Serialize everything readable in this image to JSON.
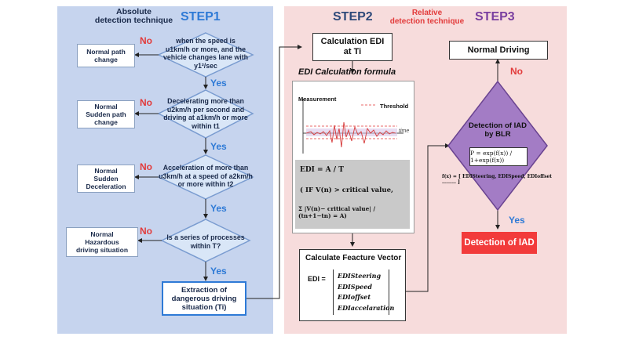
{
  "left_panel": {
    "header_technique": "Absolute\ndetection technique",
    "step_label": "STEP1",
    "decisions": [
      "when the speed is\nu1km/h or more, and the\nvehicle changes lane with\ny1²/sec",
      "Decelerating more than\nu2km/h per second and\ndriving at a1km/h or more\nwithin t1",
      "Acceleration of more than\nu3km/h at a speed of a2km/h\nor more within t2",
      "Is a series of processes\nwithin T?"
    ],
    "outcomes": [
      "Normal path\nchange",
      "Normal\nSudden path\nchange",
      "Normal\nSudden\nDeceleration",
      "Normal\nHazardous\ndriving situation"
    ],
    "no_label": "No",
    "yes_label": "Yes",
    "extraction": "Extraction of\ndangerous driving\nsituation (Ti)"
  },
  "right_panel": {
    "step2_label": "STEP2",
    "header_technique": "Relative\ndetection technique",
    "step3_label": "STEP3",
    "calc_edi": "Calculation EDI\nat Ti",
    "formula_title": "EDI Calculation formula",
    "plot_measurement": "Measurement",
    "plot_threshold": "Threshold",
    "plot_time": "time",
    "formula_lines": [
      "EDI =  A / T",
      "( IF V(n) > critical value,",
      "Σ |V(n)− critical value| / (tn+1−tn) = A)"
    ],
    "feature_title": "Calculate Feacture Vector",
    "feature_edi": "EDI =",
    "feature_vector": [
      "EDISteering",
      "EDISpeed",
      "EDIoffset",
      "EDIaccelaration"
    ],
    "normal_driving": "Normal Driving",
    "iad_decision": "Detection of IAD\nby BLR",
    "prob_formula": "P = exp(f(x)) / 1+exp(f(x))",
    "fx_formula": "f(x) = [ EDISteering, EDISpeed, EDIoffset ……… ]",
    "no_label": "No",
    "yes_label": "Yes",
    "result": "Detection of IAD"
  },
  "colors": {
    "left_bg": "#c6d4ee",
    "right_bg": "#f7dcdc",
    "step1": "#2e7ad6",
    "step2": "#2f4a7a",
    "step3": "#7a3fa0",
    "diamond_left": "#d9e6f7",
    "diamond_right": "#a37cc5",
    "result_bg": "#f23b3b",
    "no": "#e23b3b",
    "yes": "#2e7ad6"
  }
}
